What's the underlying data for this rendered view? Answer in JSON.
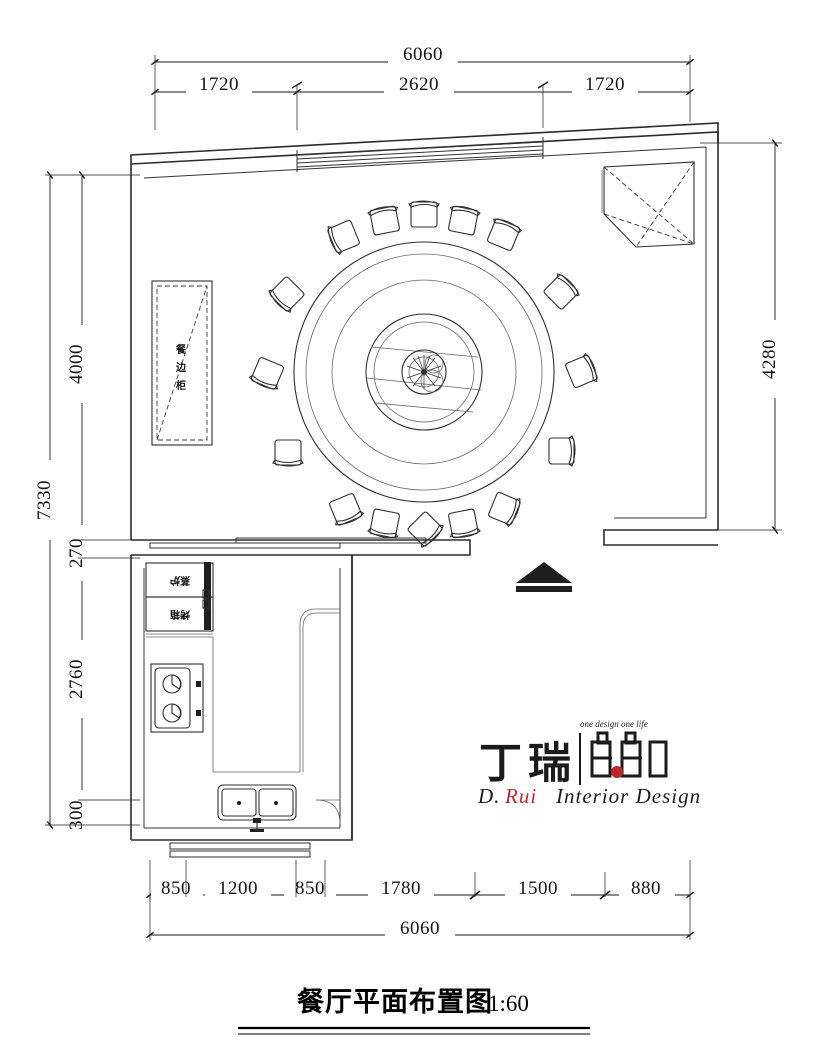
{
  "drawing": {
    "title": "餐厅平面布置图",
    "scale": "1:60",
    "sheet_type": "architectural-floor-plan"
  },
  "dimensions": {
    "top": {
      "overall": "6060",
      "segments": [
        "1720",
        "2620",
        "1720"
      ]
    },
    "bottom": {
      "overall": "6060",
      "segments": [
        "850",
        "1200",
        "850",
        "1780",
        "1500",
        "880"
      ]
    },
    "left": {
      "overall": "7330",
      "segments": [
        "4000",
        "270",
        "2760",
        "300"
      ]
    },
    "right": {
      "overall": "4280"
    }
  },
  "labels": {
    "sideboard": "餐边柜",
    "appliance_upper": "蒸炉",
    "appliance_lower": "烤箱"
  },
  "furniture": {
    "dining_table": {
      "name": "round-dining-table",
      "chair_count": 16
    },
    "kitchen": {
      "cooktop_burners": 2,
      "sink_bowls": 2
    }
  },
  "logo": {
    "cn_primary": "丁",
    "cn_secondary": "瑞",
    "tagline": "one design  one life",
    "en_line": "D. Rui Interior Design",
    "en_d": "D.",
    "en_rui": "Rui",
    "en_rest": "Interior Design",
    "accent_color": "#c0272d"
  },
  "colors": {
    "ink": "#1a1a1a",
    "wall": "#2b2b2b",
    "furniture": "#2f2f2f",
    "accent": "#c0272d",
    "paper": "#ffffff"
  }
}
